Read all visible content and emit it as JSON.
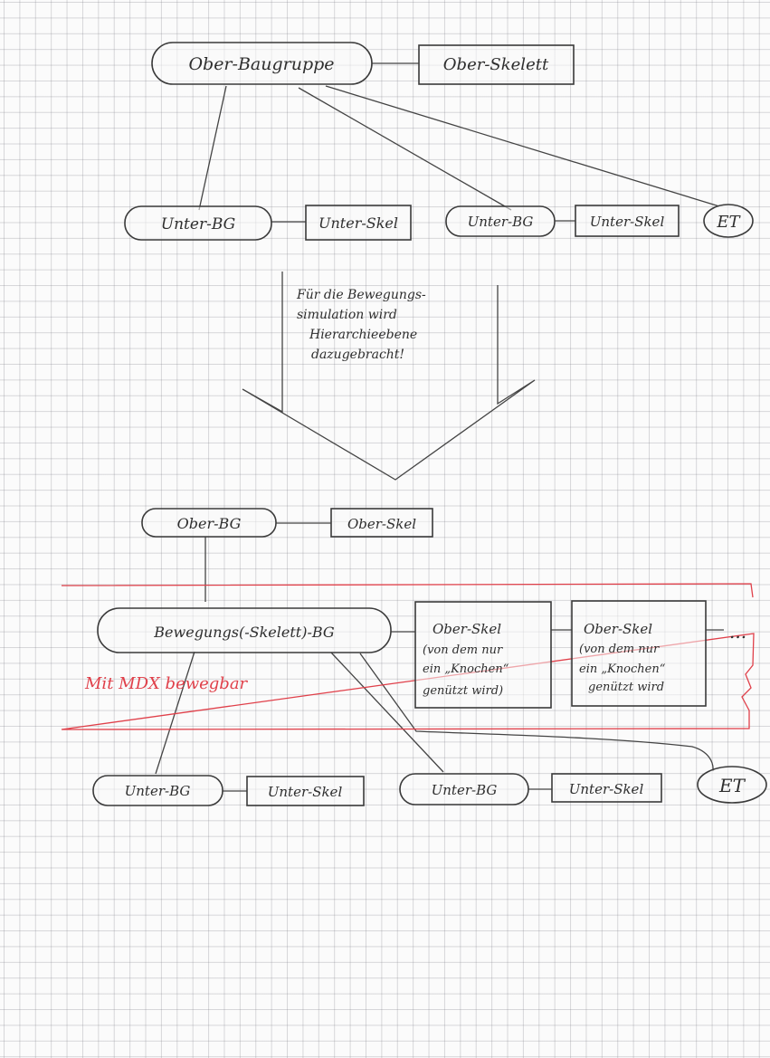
{
  "top": {
    "ober_baugruppe": "Ober-Baugruppe",
    "ober_skelett": "Ober-Skelett",
    "unter_bg_left": "Unter-BG",
    "unter_skel_left": "Unter-Skel",
    "unter_bg_right": "Unter-BG",
    "unter_skel_right": "Unter-Skel",
    "et": "ET"
  },
  "arrow_note": [
    "Für die Bewegungs-",
    "simulation wird",
    "Hierarchieebene",
    "dazugebracht!"
  ],
  "bottom": {
    "ober_bg": "Ober-BG",
    "ober_skel": "Ober-Skel",
    "bewegungs_bg": "Bewegungs(-Skelett)-BG",
    "ober_skel_note_1": [
      "Ober-Skel",
      "(von dem nur",
      "ein „Knochen“",
      "genützt wird)"
    ],
    "ober_skel_note_2": [
      "Ober-Skel",
      "(von dem nur",
      "ein „Knochen“",
      "genützt wird"
    ],
    "ellipsis": "...",
    "mdx_label": "Mit MDX bewegbar",
    "unter_bg_left": "Unter-BG",
    "unter_skel_left": "Unter-Skel",
    "unter_bg_right": "Unter-BG",
    "unter_skel_right": "Unter-Skel",
    "et": "ET"
  },
  "colors": {
    "pencil": "#3a3a3a",
    "red_marker": "#e0404a",
    "grid": "#8a8a96"
  }
}
